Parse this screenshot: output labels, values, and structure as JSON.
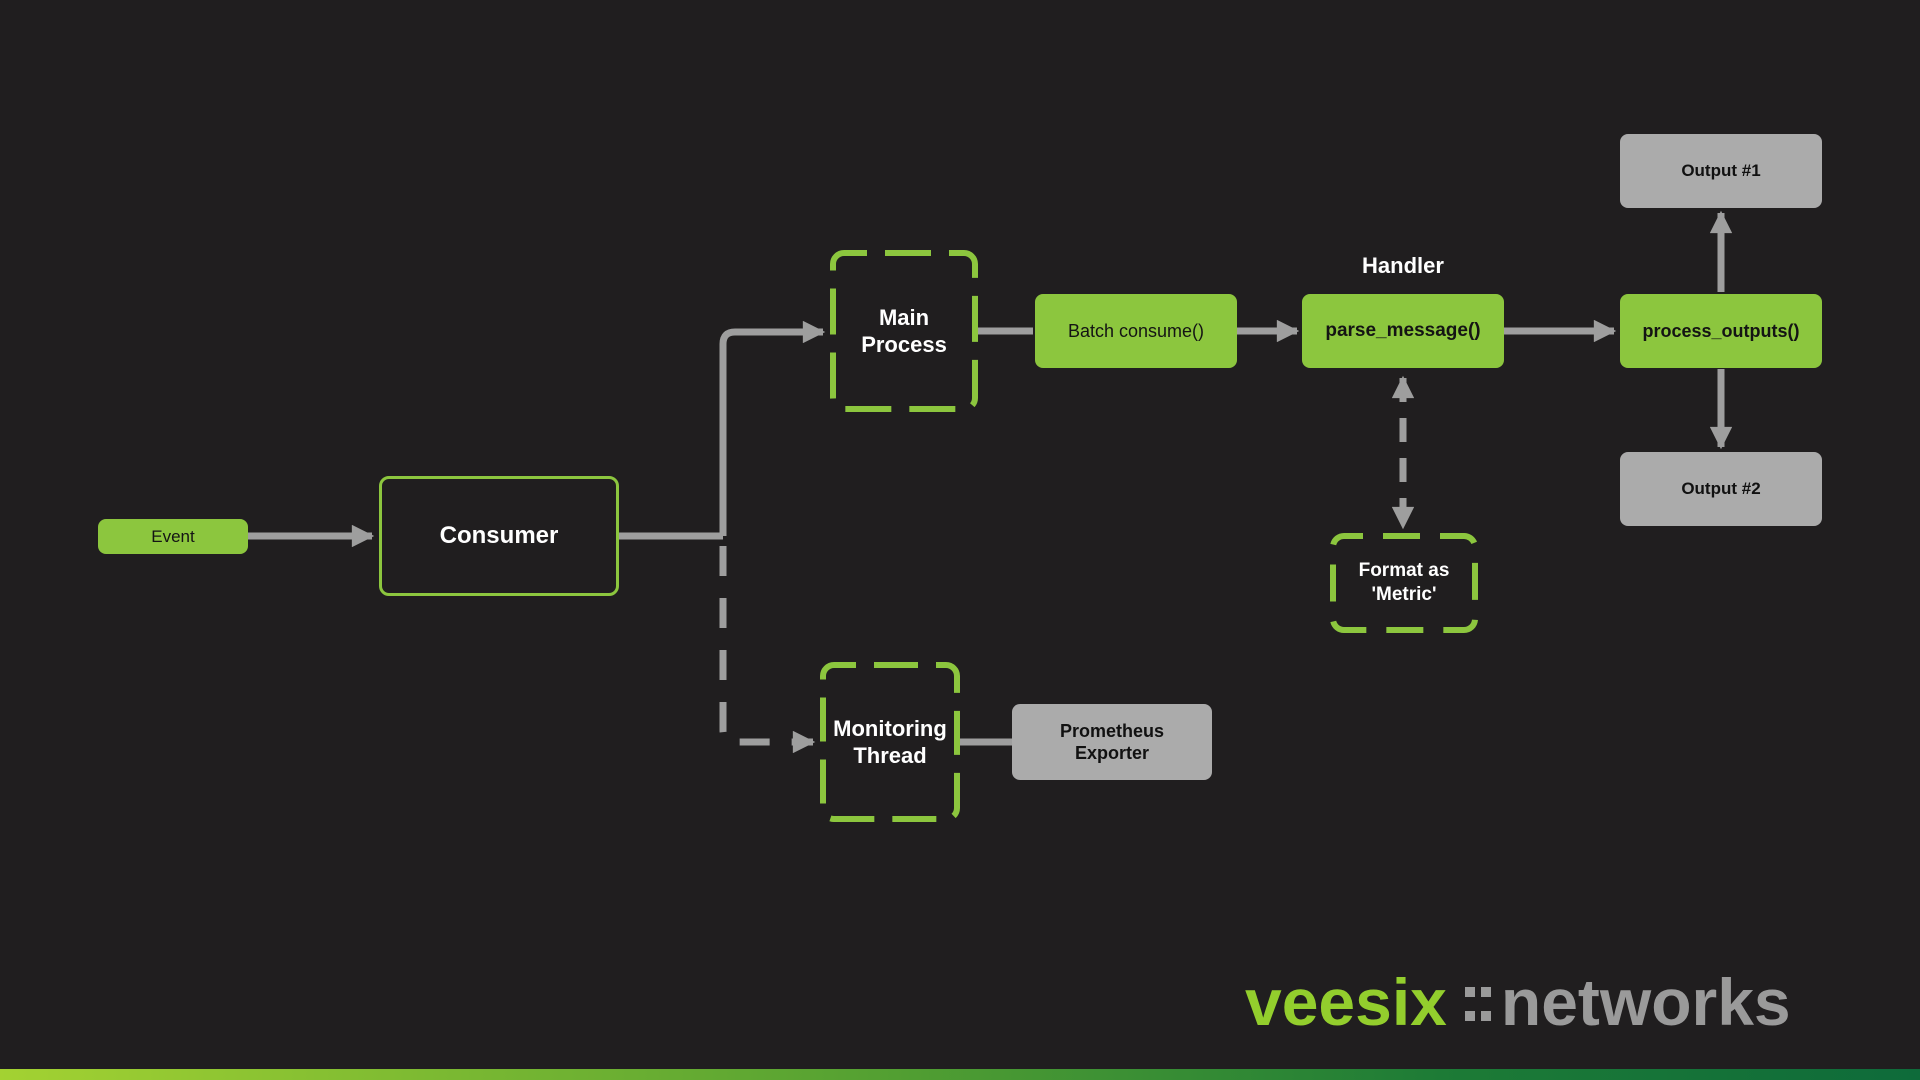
{
  "colors": {
    "background": "#201e1f",
    "accent_green": "#8cc63e",
    "box_gray": "#ababab",
    "connector_gray": "#9e9e9e",
    "text_dark": "#141414",
    "text_light": "#ffffff",
    "logo_green": "#93ce2d",
    "logo_gray": "#9a9a9a",
    "footer_gradient_start": "#a3d232",
    "footer_gradient_end": "#0e6b3a"
  },
  "nodes": {
    "event": {
      "label": "Event"
    },
    "consumer": {
      "label": "Consumer"
    },
    "main_process": {
      "label": "Main\nProcess"
    },
    "batch_consume": {
      "label": "Batch consume()"
    },
    "handler_caption": {
      "label": "Handler"
    },
    "parse_message": {
      "label": "parse_message()"
    },
    "process_outputs": {
      "label": "process_outputs()"
    },
    "output_1": {
      "label": "Output #1"
    },
    "output_2": {
      "label": "Output #2"
    },
    "format_metric": {
      "label": "Format as\n'Metric'"
    },
    "monitoring_thread": {
      "label": "Monitoring\nThread"
    },
    "prometheus_exporter": {
      "label": "Prometheus\nExporter"
    }
  },
  "logo": {
    "brand": "veesix",
    "name": "networks"
  }
}
